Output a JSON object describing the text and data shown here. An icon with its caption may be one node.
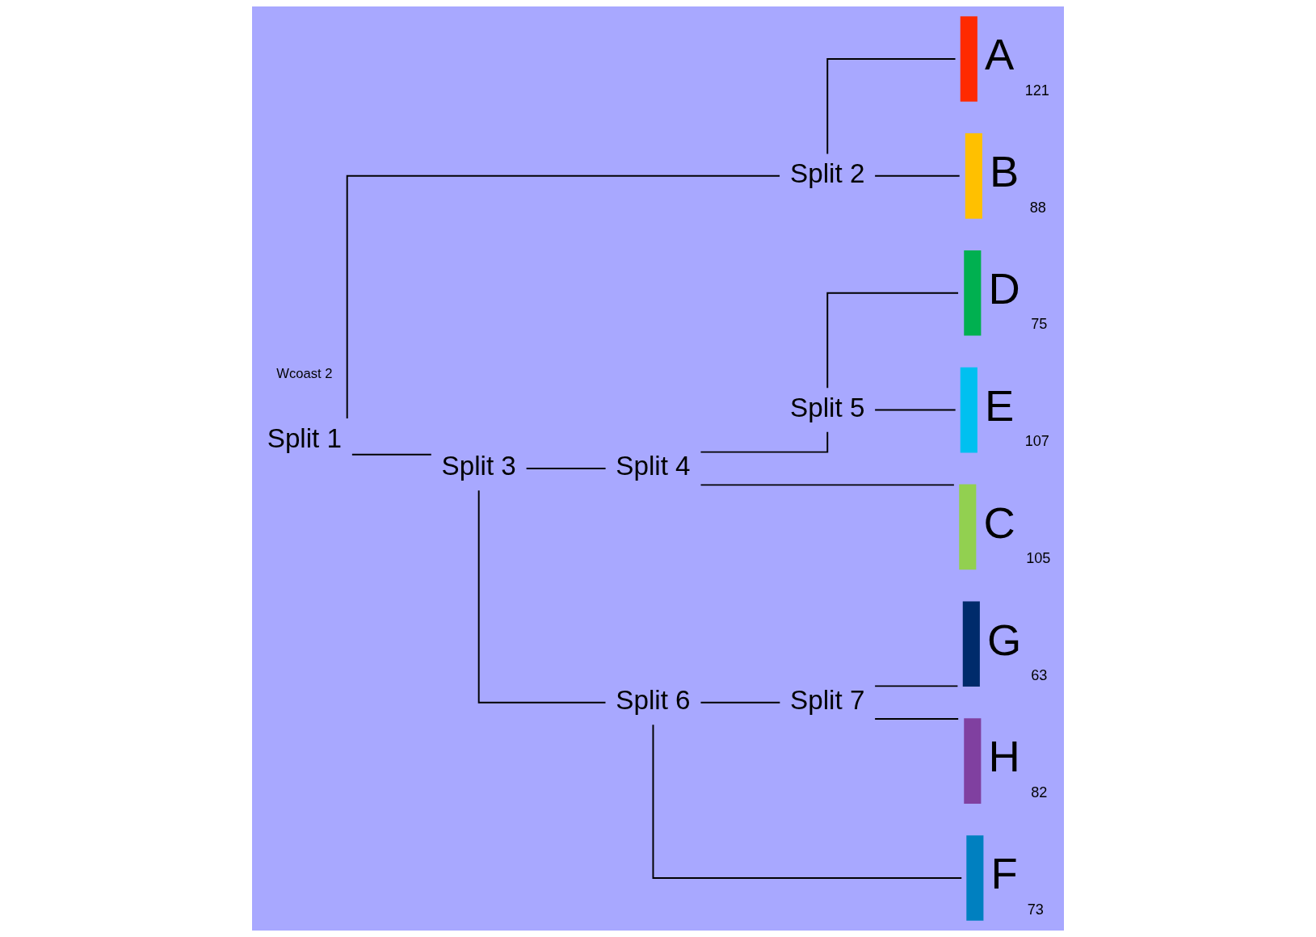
{
  "diagram": {
    "nodes": [
      {
        "text": [
          "Split 1"
        ]
      },
      {
        "text": [
          "Split 2"
        ]
      },
      {
        "text": [
          "Split 3"
        ]
      },
      {
        "text": [
          "Split 4"
        ]
      },
      {
        "text": [
          "Split 5"
        ]
      },
      {
        "text": [
          "Split 6"
        ]
      },
      {
        "text": [
          "Split 7"
        ]
      },
      {
        "text": [
          "A"
        ],
        "beside": [
          "121"
        ]
      },
      {
        "text": [
          "B"
        ],
        "beside": [
          "88"
        ]
      },
      {
        "text": [
          "C"
        ],
        "beside": [
          "105"
        ]
      },
      {
        "text": [
          "D"
        ],
        "beside": [
          "75"
        ]
      },
      {
        "text": [
          "E"
        ],
        "beside": [
          "107"
        ]
      },
      {
        "text": [
          "F"
        ],
        "beside": [
          "73"
        ]
      },
      {
        "text": [
          "G"
        ],
        "beside": [
          "63"
        ]
      },
      {
        "text": [
          "H"
        ],
        "beside": [
          "82"
        ]
      }
    ],
    "edges": [
      {
        "from": 0,
        "to": 1,
        "arrow": "none"
      },
      {
        "from": 0,
        "to": 2,
        "arrow": "none"
      },
      {
        "from": 1,
        "to": 7,
        "arrow": "none"
      },
      {
        "from": 1,
        "to": 8,
        "arrow": "none"
      },
      {
        "from": 2,
        "to": 3,
        "arrow": "none"
      },
      {
        "from": 2,
        "to": 5,
        "arrow": "none"
      },
      {
        "from": 3,
        "to": 9,
        "arrow": "none"
      },
      {
        "from": 3,
        "to": 4,
        "arrow": "none"
      },
      {
        "from": 4,
        "to": 10,
        "arrow": "none"
      },
      {
        "from": 4,
        "to": 11,
        "arrow": "none"
      },
      {
        "from": 5,
        "to": 12,
        "arrow": "none"
      },
      {
        "from": 5,
        "to": 6,
        "arrow": "none"
      },
      {
        "from": 6,
        "to": 13,
        "arrow": "none"
      },
      {
        "from": 6,
        "to": 14,
        "arrow": "none"
      }
    ],
    "labels": [
      "Wcoast 2"
    ]
  }
}
